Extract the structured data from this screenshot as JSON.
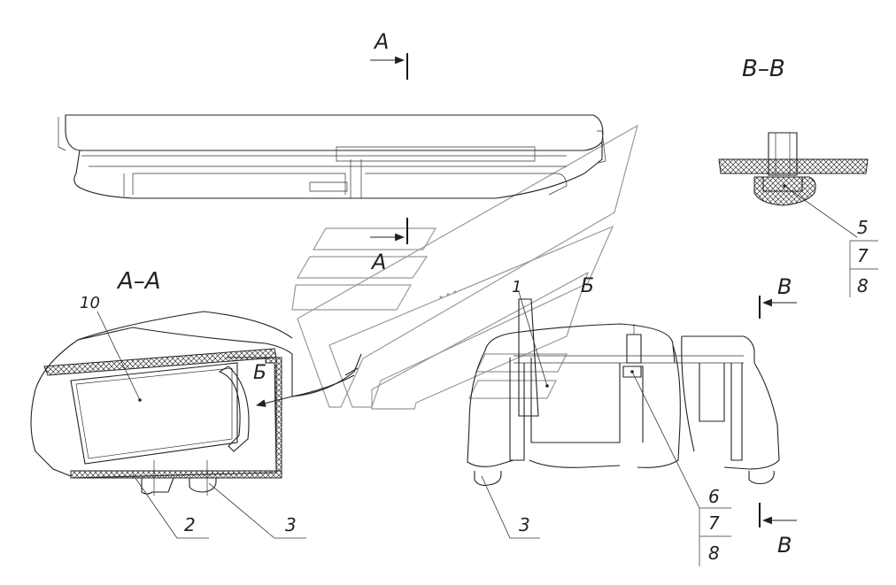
{
  "labels": {
    "view_a_top": "A",
    "view_a_mid": "A",
    "section_aa": "A–A",
    "section_bb": "B–B",
    "b_upper": "B",
    "b_lower": "B",
    "be_upper": "Б",
    "be_lower": "Б",
    "n1": "1",
    "n2": "2",
    "n3_left": "3",
    "n3_right": "3",
    "n5": "5",
    "n6": "6",
    "n7_top": "7",
    "n7_bottom": "7",
    "n8_top": "8",
    "n8_bottom": "8",
    "n10": "10"
  }
}
